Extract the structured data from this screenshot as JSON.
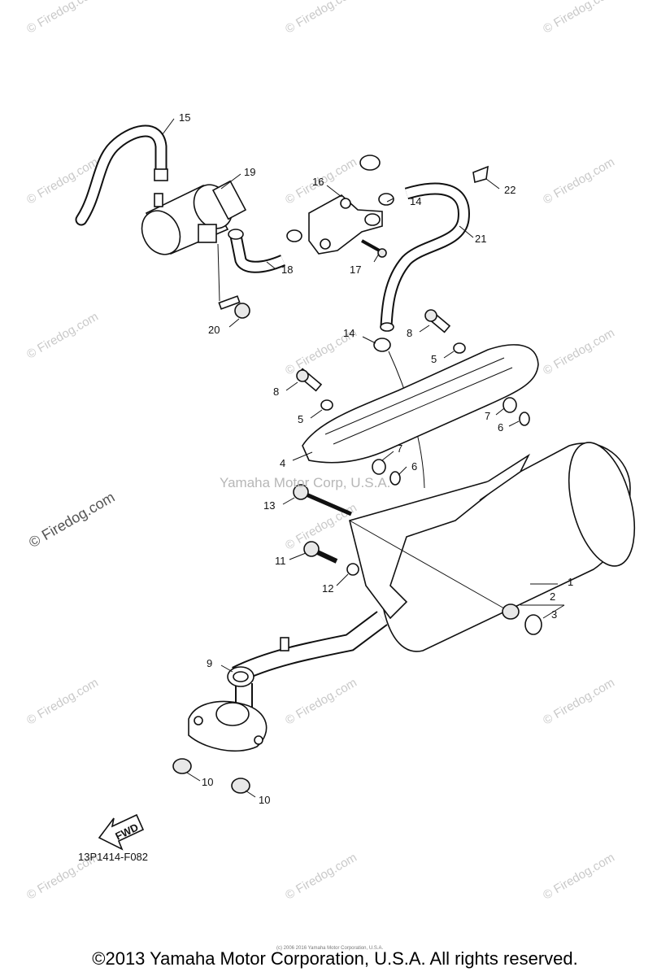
{
  "watermark": {
    "text": "© Firedog.com",
    "center_text": "Yamaha Motor Corp, U.S.A.",
    "side_text": "© Firedog.com"
  },
  "callouts": [
    {
      "id": "c1",
      "text": "1"
    },
    {
      "id": "c2",
      "text": "2"
    },
    {
      "id": "c3",
      "text": "3"
    },
    {
      "id": "c4",
      "text": "4"
    },
    {
      "id": "c5a",
      "text": "5"
    },
    {
      "id": "c5b",
      "text": "5"
    },
    {
      "id": "c6a",
      "text": "6"
    },
    {
      "id": "c6b",
      "text": "6"
    },
    {
      "id": "c7a",
      "text": "7"
    },
    {
      "id": "c7b",
      "text": "7"
    },
    {
      "id": "c8a",
      "text": "8"
    },
    {
      "id": "c8b",
      "text": "8"
    },
    {
      "id": "c9",
      "text": "9"
    },
    {
      "id": "c10a",
      "text": "10"
    },
    {
      "id": "c10b",
      "text": "10"
    },
    {
      "id": "c11",
      "text": "11"
    },
    {
      "id": "c12",
      "text": "12"
    },
    {
      "id": "c13",
      "text": "13"
    },
    {
      "id": "c14a",
      "text": "14"
    },
    {
      "id": "c14b",
      "text": "14"
    },
    {
      "id": "c15",
      "text": "15"
    },
    {
      "id": "c16",
      "text": "16"
    },
    {
      "id": "c17",
      "text": "17"
    },
    {
      "id": "c18",
      "text": "18"
    },
    {
      "id": "c19",
      "text": "19"
    },
    {
      "id": "c20",
      "text": "20"
    },
    {
      "id": "c21",
      "text": "21"
    },
    {
      "id": "c22",
      "text": "22"
    }
  ],
  "fwd_label": "FWD",
  "ref_code": "13P1414-F082",
  "tiny_copyright": "(c) 2006 2016 Yamaha Motor Corporation, U.S.A.",
  "footer": "©2013 Yamaha Motor Corporation, U.S.A. All rights reserved."
}
